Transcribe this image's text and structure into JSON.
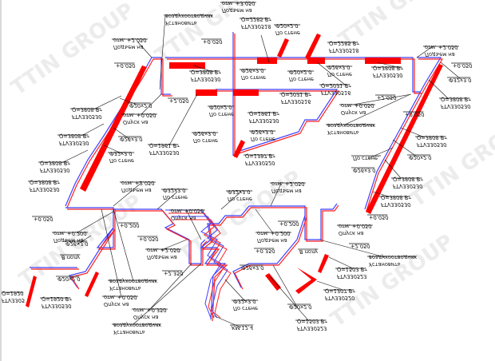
{
  "diagram": {
    "title": "Heating cable layout (mirrored isometric)",
    "watermark": "TTIN GROUP",
    "colors": {
      "supply": "#ff2020",
      "return": "#4040ff",
      "heater": "#ff0000",
      "leader": "#111111"
    },
    "labels": [
      {
        "lines": [
          "воздухоотводчик",
          "Установить"
        ]
      },
      {
        "lines": [
          "отм. +2.050",
          "Подъем на"
        ]
      },
      {
        "lines": [
          "+0.050"
        ]
      },
      {
        "lines": [
          "+2.050"
        ]
      },
      {
        "lines": [
          "Q=3808 Вт",
          "FTV330530"
        ]
      },
      {
        "lines": [
          "Ф20x2.0"
        ]
      },
      {
        "lines": [
          "Q=3808 Вт",
          "FTV330530"
        ]
      },
      {
        "lines": [
          "отм. +0.050",
          "Опуск на"
        ]
      },
      {
        "lines": [
          "Ф26x3.0"
        ]
      },
      {
        "lines": [
          "Q=3808 Вт",
          "FTV330530"
        ]
      },
      {
        "lines": [
          "Q=1961 Вт",
          "FTV330530"
        ]
      },
      {
        "lines": [
          "Ф32x3.0",
          "По стене"
        ]
      },
      {
        "lines": [
          "Q=3808 Вт",
          "FTV330530"
        ]
      },
      {
        "lines": [
          "+0.050"
        ]
      },
      {
        "lines": [
          "отм. +3.050",
          "Подъем на"
        ]
      },
      {
        "lines": [
          "Q=2285 Вт",
          "FTV330518"
        ]
      },
      {
        "lines": [
          "Ф20x2.0",
          "По стене"
        ]
      },
      {
        "lines": [
          "Ф20x2.0",
          "По стене"
        ]
      },
      {
        "lines": [
          "Q=2031 Вт",
          "FTV330516"
        ]
      },
      {
        "lines": [
          "Ф26x3.0",
          "По стене"
        ]
      },
      {
        "lines": [
          "Ф20x2.0",
          "По стене"
        ]
      },
      {
        "lines": [
          "Q=1961 Вт",
          "FTV330530"
        ]
      },
      {
        "lines": [
          "Ф26x3.0",
          "По стене"
        ]
      },
      {
        "lines": [
          "Ф26x3.0",
          "По стене"
        ]
      },
      {
        "lines": [
          "Q=1397 Вт",
          "FTV330520"
        ]
      },
      {
        "lines": [
          "Q=2285 Вт",
          "FTV330518"
        ]
      },
      {
        "lines": [
          "Ф26x3.0",
          "По стене"
        ]
      },
      {
        "lines": [
          "Q=2031 Вт",
          "FTV330516"
        ]
      },
      {
        "lines": [
          "Q=3808 Вт",
          "FTV330530"
        ]
      },
      {
        "lines": [
          "отм. +2.050",
          "Подъем на"
        ]
      },
      {
        "lines": [
          "+0.050"
        ]
      },
      {
        "lines": [
          "Ф32x3.0"
        ]
      },
      {
        "lines": [
          "+2.050"
        ]
      },
      {
        "lines": [
          "отм. +0.050",
          "Опуск на"
        ]
      },
      {
        "lines": [
          "воздухоотводчик",
          "Установить"
        ]
      },
      {
        "lines": [
          "Q=3808 Вт",
          "FTV330530"
        ]
      },
      {
        "lines": [
          "Q=3808 Вт",
          "FTV330530"
        ]
      },
      {
        "lines": [
          "Ф20x2.0"
        ]
      },
      {
        "lines": [
          "По стене."
        ]
      },
      {
        "lines": [
          "Ф26x3.0"
        ]
      },
      {
        "lines": [
          "Q=3808 Вт",
          "FTV330530"
        ]
      },
      {
        "lines": [
          "Q=3808 Вт",
          "FTV330530"
        ]
      },
      {
        "lines": [
          "+0.050"
        ]
      },
      {
        "lines": [
          "Q=3808 Вт",
          "FTV330530"
        ]
      },
      {
        "lines": [
          "отм. +2.050",
          "Подъем на"
        ]
      },
      {
        "lines": [
          "Ф32x3.0",
          "По стене"
        ]
      },
      {
        "lines": [
          "+0.050"
        ]
      },
      {
        "lines": [
          "отм. +0.200",
          "Подъем на"
        ]
      },
      {
        "lines": [
          "+0.200"
        ]
      },
      {
        "lines": [
          "+0.050"
        ]
      },
      {
        "lines": [
          "Ф26x3.0"
        ]
      },
      {
        "lines": [
          "В полу"
        ]
      },
      {
        "lines": [
          "отм. +2.050",
          "Подъем на"
        ]
      },
      {
        "lines": [
          "+2.350"
        ]
      },
      {
        "lines": [
          "Ф20x2.0"
        ]
      },
      {
        "lines": [
          "воздухоотводчик",
          "Установить"
        ]
      },
      {
        "lines": [
          "отм. +0.050",
          "Опуск на"
        ]
      },
      {
        "lines": [
          "Q=1920",
          "FTV3305"
        ]
      },
      {
        "lines": [
          "Q=1920 Вт",
          "FTV330530"
        ]
      },
      {
        "lines": [
          "отм. +0.350",
          "Опуск на"
        ]
      },
      {
        "lines": [
          "воздухоотводчик",
          "Установить"
        ]
      },
      {
        "lines": [
          "КМ.12.4"
        ]
      },
      {
        "lines": [
          "отм. +2.050",
          "Подъем на"
        ]
      },
      {
        "lines": [
          "отм. +0.050",
          "Опуск на"
        ]
      },
      {
        "lines": [
          "Ф32x3.0",
          "По стене"
        ]
      },
      {
        "lines": [
          "+0.200"
        ]
      },
      {
        "lines": [
          "отм. +0.200",
          "Подъем на"
        ]
      },
      {
        "lines": [
          "+0.350"
        ]
      },
      {
        "lines": [
          "Ф26x3.0"
        ]
      },
      {
        "lines": [
          "Ф32x3.0",
          "По стене"
        ]
      },
      {
        "lines": [
          "отм. +0.050",
          "Опуск на"
        ]
      },
      {
        "lines": [
          "+2.050"
        ]
      },
      {
        "lines": [
          "воздухоотводчик",
          "Установить"
        ]
      },
      {
        "lines": [
          "Q=1503 Вт",
          "FTV330523"
        ]
      },
      {
        "lines": [
          "Q=1307 Вт",
          "FTV330520"
        ]
      },
      {
        "lines": [
          "Ф20x2.0"
        ]
      },
      {
        "lines": [
          "Q=1503 Вт",
          "FTV330523"
        ]
      },
      {
        "lines": [
          "В полу"
        ]
      },
      {
        "lines": [
          "+0.050"
        ]
      }
    ]
  }
}
